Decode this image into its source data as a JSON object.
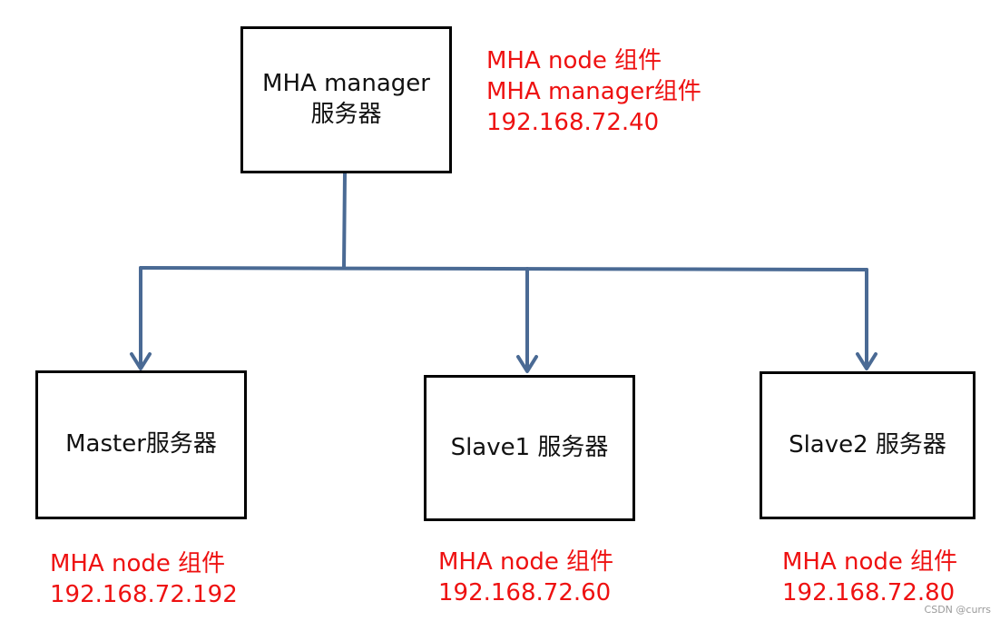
{
  "colors": {
    "connector": "#4a6a94",
    "box_border": "#000000",
    "note_text": "#ee1111"
  },
  "manager": {
    "title_line1": "MHA manager",
    "title_line2": "服务器",
    "notes": [
      "MHA node 组件",
      "MHA manager组件",
      "192.168.72.40"
    ]
  },
  "master": {
    "title": "Master服务器",
    "notes": [
      "MHA node 组件",
      "192.168.72.192"
    ]
  },
  "slave1": {
    "title": "Slave1 服务器",
    "notes": [
      "MHA node 组件",
      "192.168.72.60"
    ]
  },
  "slave2": {
    "title": "Slave2 服务器",
    "notes": [
      "MHA node 组件",
      "192.168.72.80"
    ]
  },
  "watermark": "CSDN @currs"
}
